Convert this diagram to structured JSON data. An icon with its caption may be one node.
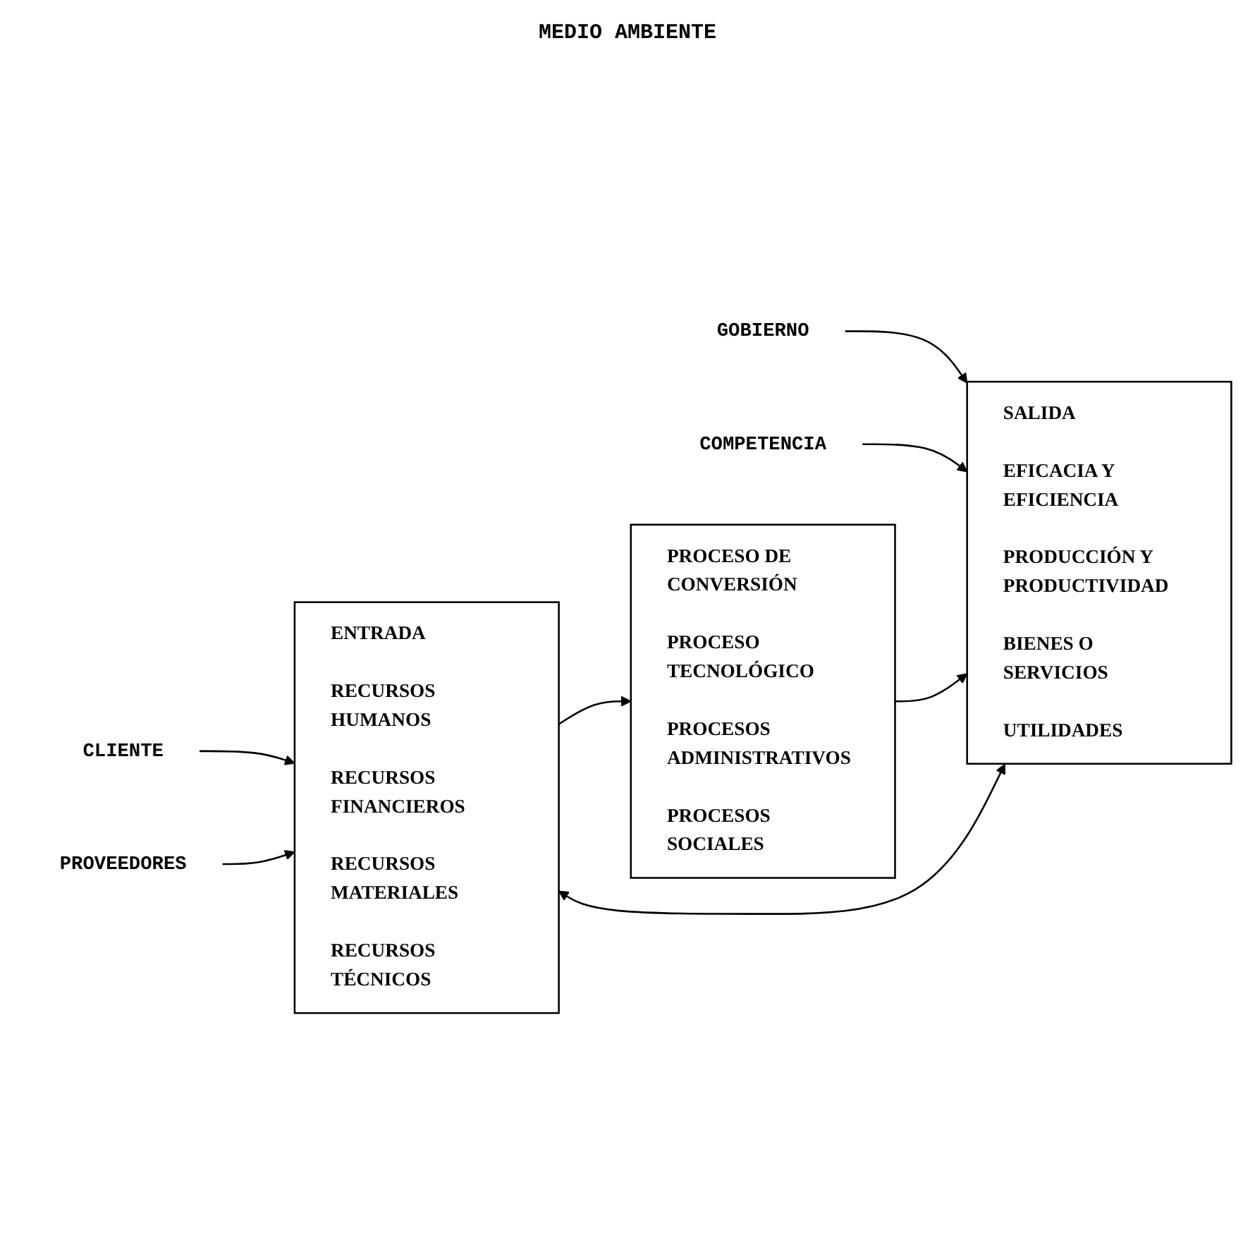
{
  "diagram": {
    "nodes": [
      {
        "text": [
          "PROVEEDORES"
        ]
      },
      {
        "text": [
          "COMPETENCIA"
        ]
      },
      {
        "text": [
          "CLIENTE"
        ]
      },
      {
        "text": [
          "GOBIERNO"
        ]
      },
      {
        "text": [
          "ENTRADA",
          "RECURSOS HUMANOS",
          "RECURSOS FINANCIEROS",
          "RECURSOS MATERIALES",
          "RECURSOS TÉCNICOS"
        ]
      },
      {
        "text": [
          "PROCESO DE CONVERSIÓN",
          "PROCESO TECNOLÓGICO",
          "PROCESOS ADMINISTRATIVOS",
          "PROCESOS SOCIALES"
        ]
      },
      {
        "text": [
          "SALIDA",
          "EFICACIA Y EFICIENCIA",
          "PRODUCCIÓN Y PRODUCTIVIDAD",
          "BIENES O SERVICIOS",
          "UTILIDADES"
        ]
      }
    ],
    "edges": [
      {
        "from": 2,
        "to": 4,
        "arrow": "to"
      },
      {
        "from": 0,
        "to": 4,
        "arrow": "to"
      },
      {
        "from": 3,
        "to": 6,
        "arrow": "to"
      },
      {
        "from": 1,
        "to": 6,
        "arrow": "to"
      },
      {
        "from": 4,
        "to": 5,
        "arrow": "to"
      },
      {
        "from": 5,
        "to": 6,
        "arrow": "to"
      },
      {
        "from": 6,
        "to": 4,
        "arrow": "both"
      }
    ],
    "labels": [
      "MEDIO AMBIENTE"
    ]
  }
}
